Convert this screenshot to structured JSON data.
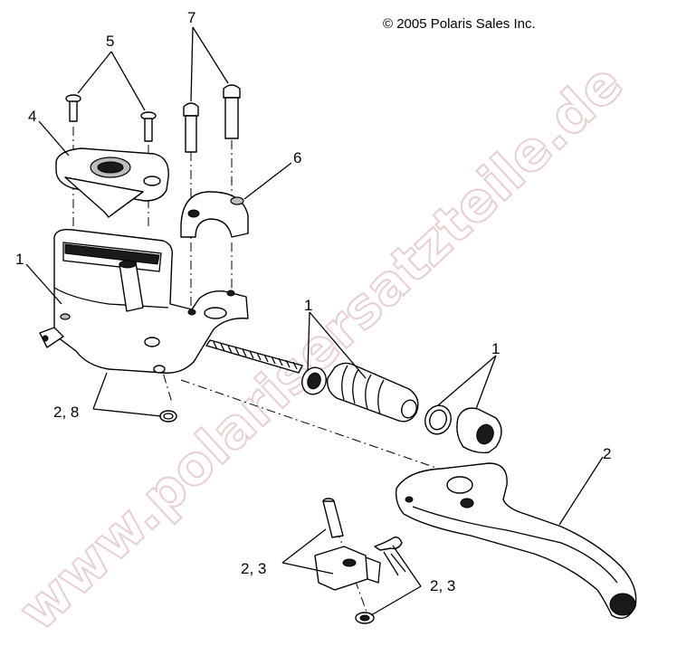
{
  "copyright": "© 2005 Polaris Sales Inc.",
  "watermark": "www.polarisersatzteile.de",
  "callouts": {
    "c1a": "1",
    "c1b": "1",
    "c1c": "1",
    "c2": "2",
    "c28": "2, 8",
    "c23a": "2, 3",
    "c23b": "2, 3",
    "c4": "4",
    "c5": "5",
    "c6": "6",
    "c7": "7"
  }
}
